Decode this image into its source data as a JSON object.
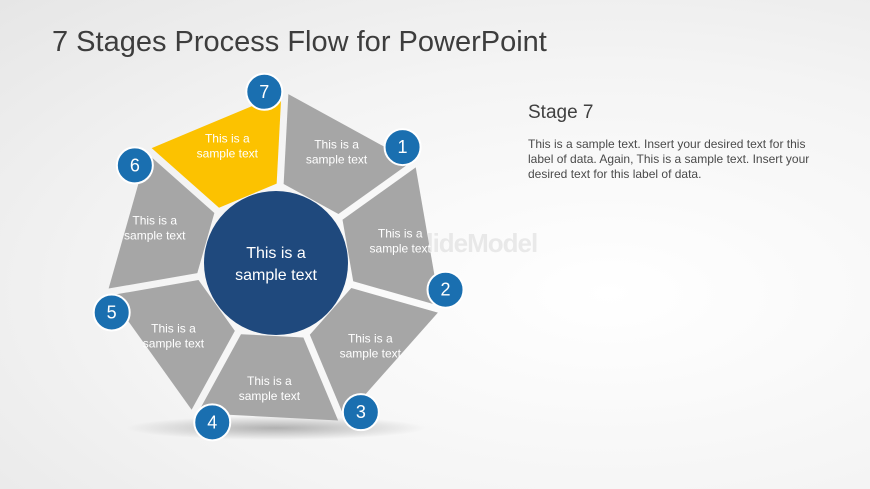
{
  "title": "7 Stages Process Flow for PowerPoint",
  "center_label": [
    "This is a",
    "sample text"
  ],
  "segments": [
    {
      "number": "1",
      "label": [
        "This is a",
        "sample text"
      ],
      "highlighted": false
    },
    {
      "number": "2",
      "label": [
        "This is a",
        "sample text"
      ],
      "highlighted": false
    },
    {
      "number": "3",
      "label": [
        "This is a",
        "sample text"
      ],
      "highlighted": false
    },
    {
      "number": "4",
      "label": [
        "This is a",
        "sample text"
      ],
      "highlighted": false
    },
    {
      "number": "5",
      "label": [
        "This is a",
        "sample text"
      ],
      "highlighted": false
    },
    {
      "number": "6",
      "label": [
        "This is a",
        "sample text"
      ],
      "highlighted": false
    },
    {
      "number": "7",
      "label": [
        "This is a",
        "sample text"
      ],
      "highlighted": true
    }
  ],
  "detail": {
    "heading": "Stage  7",
    "text": "This is a sample text. Insert your desired text for this label of data. Again, This is a sample text. Insert your desired text for this label of data."
  },
  "colors": {
    "segment": "#a6a6a6",
    "highlight": "#fcc200",
    "center": "#1f497d",
    "badge": "#1a6fb0",
    "segment_text": "#ffffff"
  }
}
